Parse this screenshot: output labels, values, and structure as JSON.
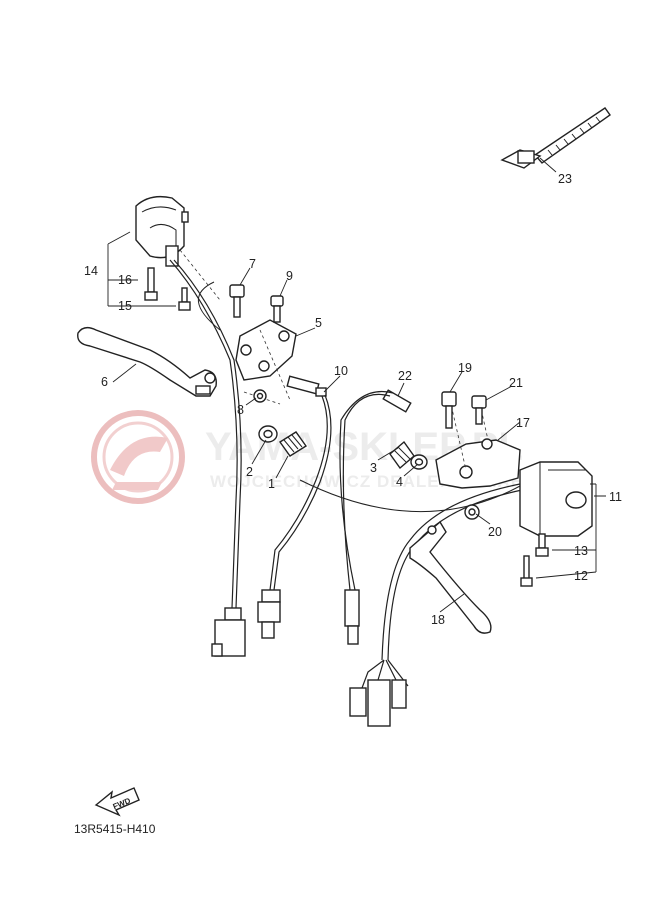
{
  "diagram_code": "13R5415-H410",
  "fwd_label": "FWD",
  "watermark": {
    "site": "YAMA-SKLEP.PL",
    "dealer": "WOJCIECHOWICZ DEALER YAMAHA",
    "colors": {
      "ring": "#e8b3b3",
      "text": "#ececec"
    }
  },
  "callouts": {
    "p1": "1",
    "p2": "2",
    "p3": "3",
    "p4": "4",
    "p5": "5",
    "p6": "6",
    "p7": "7",
    "p8": "8",
    "p9": "9",
    "p10": "10",
    "p11": "11",
    "p12": "12",
    "p13": "13",
    "p14": "14",
    "p15": "15",
    "p16": "16",
    "p17": "17",
    "p18": "18",
    "p19": "19",
    "p20": "20",
    "p21": "21",
    "p22": "22",
    "p23": "23"
  }
}
